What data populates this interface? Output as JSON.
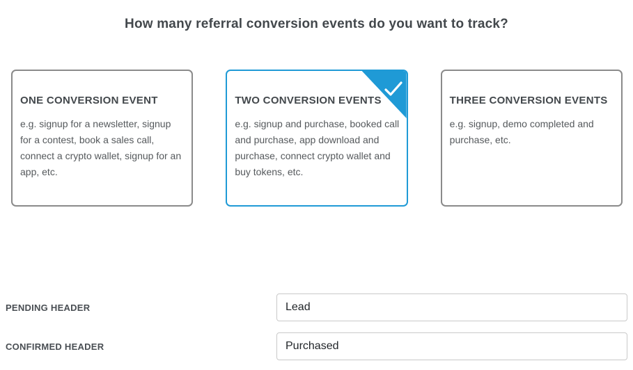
{
  "page": {
    "title": "How many referral conversion events do you want to track?"
  },
  "options": [
    {
      "title": "ONE CONVERSION EVENT",
      "description": "e.g. signup for a newsletter, signup for a contest, book a sales call, connect a crypto wallet, signup for an app, etc.",
      "selected": false
    },
    {
      "title": "TWO CONVERSION EVENTS",
      "description": "e.g. signup and purchase, booked call and purchase, app download and purchase, connect crypto wallet and buy tokens, etc.",
      "selected": true
    },
    {
      "title": "THREE CONVERSION EVENTS",
      "description": "e.g. signup, demo completed and purchase, etc.",
      "selected": false
    }
  ],
  "form": {
    "fields": [
      {
        "label": "PENDING HEADER",
        "value": "Lead"
      },
      {
        "label": "CONFIRMED HEADER",
        "value": "Purchased"
      }
    ]
  },
  "colors": {
    "accent": "#1f9ad6",
    "card_border": "#8a8a8a",
    "heading_text": "#43484c",
    "body_text": "#55595c",
    "input_border": "#c9c9c9"
  },
  "icons": {
    "selected_check": "check-icon"
  }
}
